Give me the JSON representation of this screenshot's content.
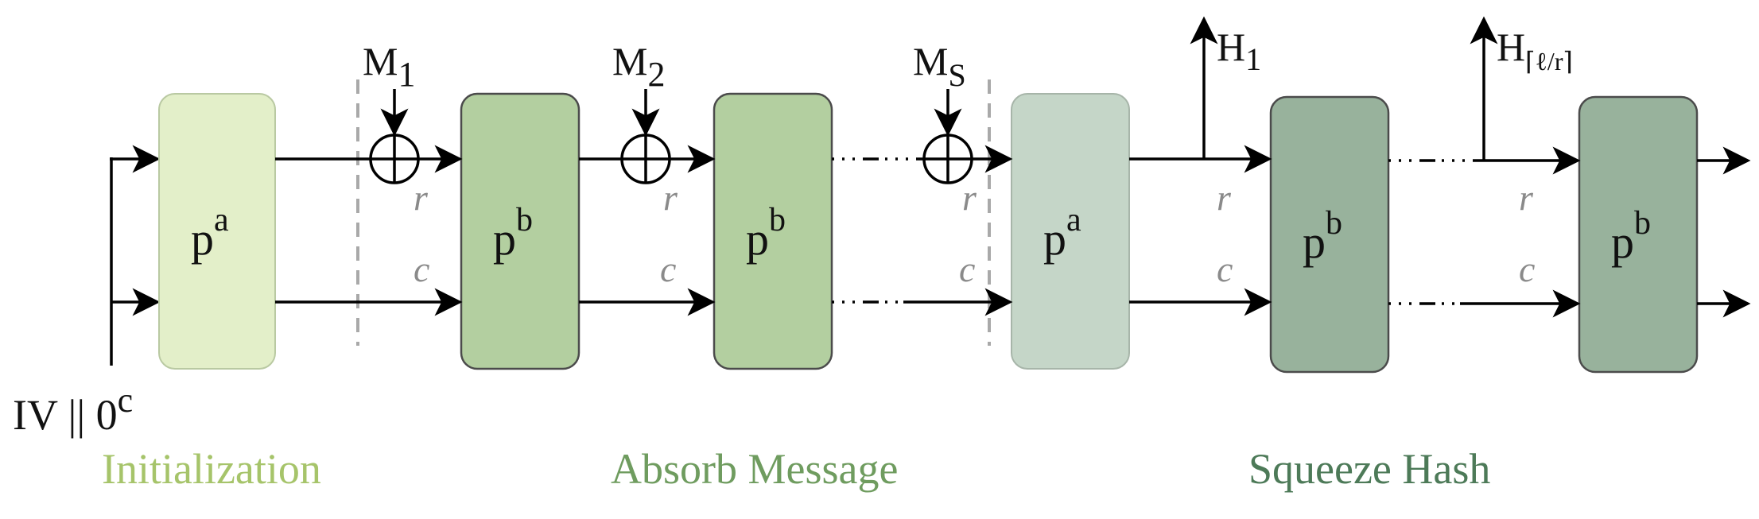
{
  "colors": {
    "init_box": "#e3efc9",
    "init_text": "#a6c46a",
    "absorb_box": "#b3cfa0",
    "absorb_text": "#6f9c5f",
    "squeeze_box_light": "#c5d6c8",
    "squeeze_box": "#98b29c",
    "squeeze_text": "#4d7a58"
  },
  "blocks": [
    {
      "base": "p",
      "sup": "a"
    },
    {
      "base": "p",
      "sup": "b"
    },
    {
      "base": "p",
      "sup": "b"
    },
    {
      "base": "p",
      "sup": "a"
    },
    {
      "base": "p",
      "sup": "b"
    },
    {
      "base": "p",
      "sup": "b"
    }
  ],
  "inputs": {
    "iv": "IV || 0",
    "iv_sup": "c",
    "m1": "M",
    "m1_sub": "1",
    "m2": "M",
    "m2_sub": "2",
    "ms": "M",
    "ms_sub": "S"
  },
  "outputs": {
    "h1": "H",
    "h1_sub": "1",
    "hl": "H",
    "hl_sub": "⌈ℓ/r⌉"
  },
  "labels": {
    "rate": "r",
    "capacity": "c"
  },
  "phases": {
    "init": "Initialization",
    "absorb": "Absorb Message",
    "squeeze": "Squeeze Hash"
  }
}
